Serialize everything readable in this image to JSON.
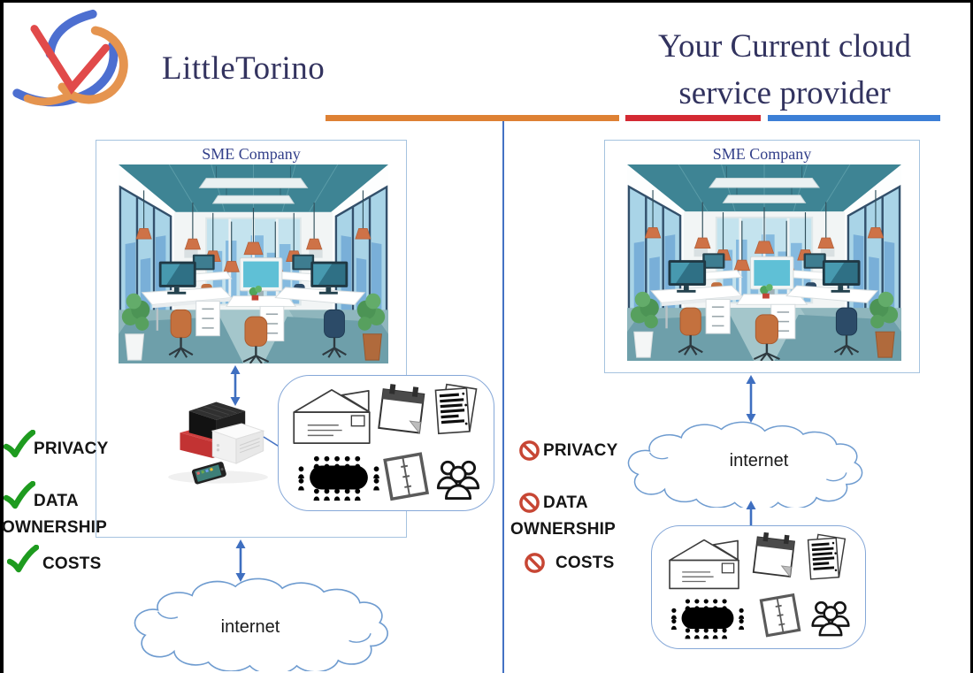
{
  "brand": {
    "name": "LittleTorino",
    "logo_icon": "littletorino-logo"
  },
  "title": {
    "line1": "Your Current cloud",
    "line2": "service provider"
  },
  "divider_bars": {
    "orange": "#DE8134",
    "red": "#D42A33",
    "blue": "#3C7FD6"
  },
  "accent_blue": "#4472C4",
  "left": {
    "box_title": "SME Company",
    "device_icon": "local-server-device",
    "services_icons": [
      "envelope-icon",
      "calendar-icon",
      "documents-icon",
      "meeting-table-icon",
      "binder-icon",
      "team-icon"
    ],
    "features": [
      {
        "icon": "check-icon",
        "label": "PRIVACY"
      },
      {
        "icon": "check-icon",
        "label": "DATA",
        "label2": "OWNERSHIP"
      },
      {
        "icon": "check-icon",
        "label": "COSTS"
      }
    ],
    "cloud_label": "internet",
    "check_color": "#1E9B1F"
  },
  "right": {
    "box_title": "SME Company",
    "services_icons": [
      "envelope-icon",
      "calendar-icon",
      "documents-icon",
      "meeting-table-icon",
      "binder-icon",
      "team-icon"
    ],
    "features": [
      {
        "icon": "no-icon",
        "label": "PRIVACY"
      },
      {
        "icon": "no-icon",
        "label": "DATA",
        "label2": "OWNERSHIP"
      },
      {
        "icon": "no-icon",
        "label": "COSTS"
      }
    ],
    "cloud_label": "internet",
    "no_color": "#C74634"
  }
}
